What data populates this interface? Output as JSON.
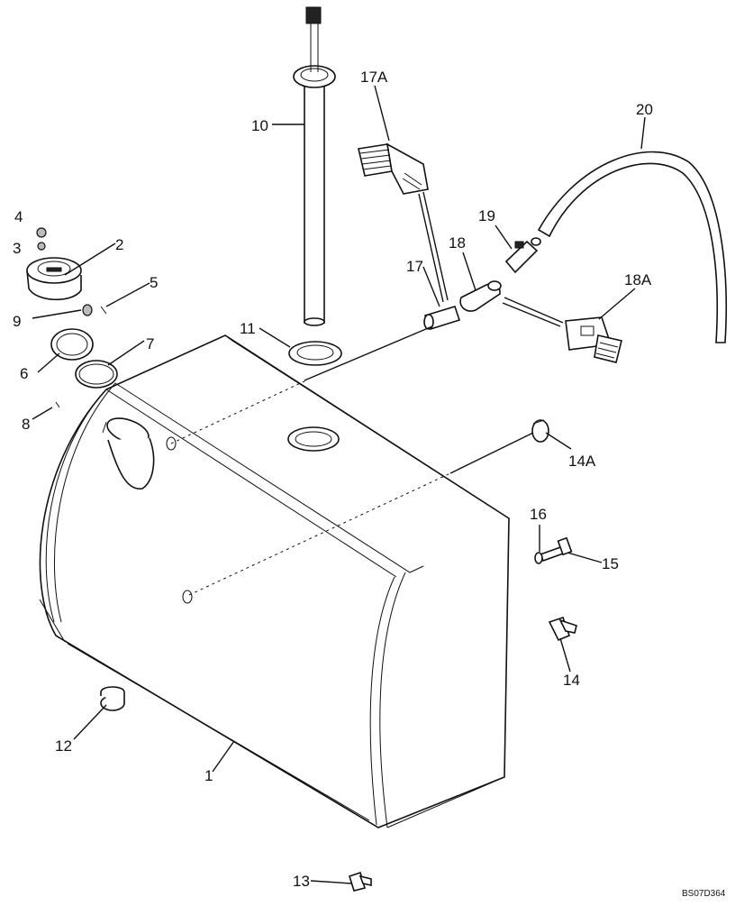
{
  "diagram": {
    "code": "BS07D364",
    "callouts": {
      "c1": "1",
      "c2": "2",
      "c3": "3",
      "c4": "4",
      "c5": "5",
      "c6": "6",
      "c7": "7",
      "c8": "8",
      "c9": "9",
      "c10": "10",
      "c11": "11",
      "c12": "12",
      "c13": "13",
      "c14": "14",
      "c14a": "14A",
      "c15": "15",
      "c16": "16",
      "c17": "17",
      "c17a": "17A",
      "c18": "18",
      "c18a": "18A",
      "c19": "19",
      "c20": "20"
    }
  }
}
